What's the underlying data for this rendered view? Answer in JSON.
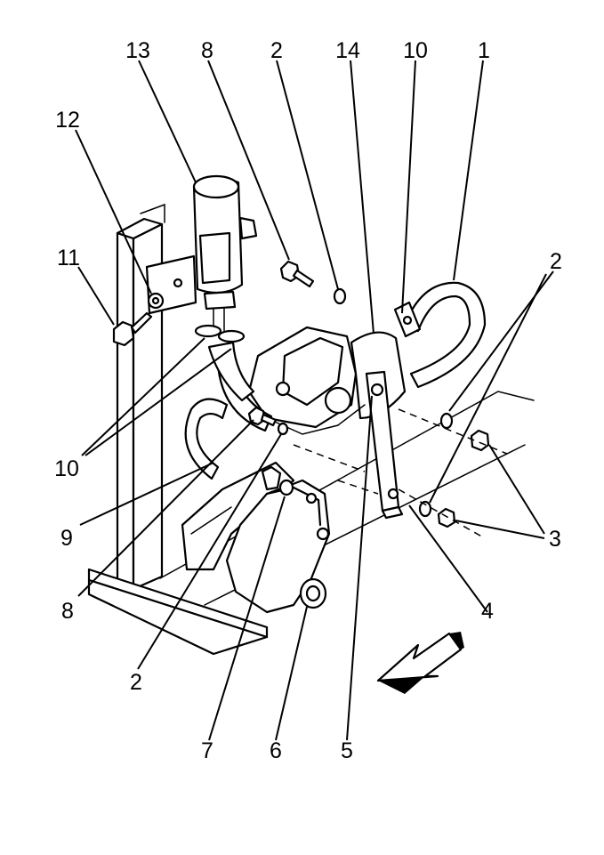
{
  "callouts": {
    "c1": "1",
    "c2_top": "2",
    "c2_right": "2",
    "c2_bottom": "2",
    "c3": "3",
    "c4": "4",
    "c5": "5",
    "c6": "6",
    "c7": "7",
    "c8_top": "8",
    "c8_left": "8",
    "c9": "9",
    "c10_top": "10",
    "c10_left": "10",
    "c11": "11",
    "c12": "12",
    "c13": "13",
    "c14": "14"
  },
  "colors": {
    "line": "#000000",
    "background": "#ffffff"
  },
  "icons": {
    "direction": "front-arrow-icon"
  }
}
